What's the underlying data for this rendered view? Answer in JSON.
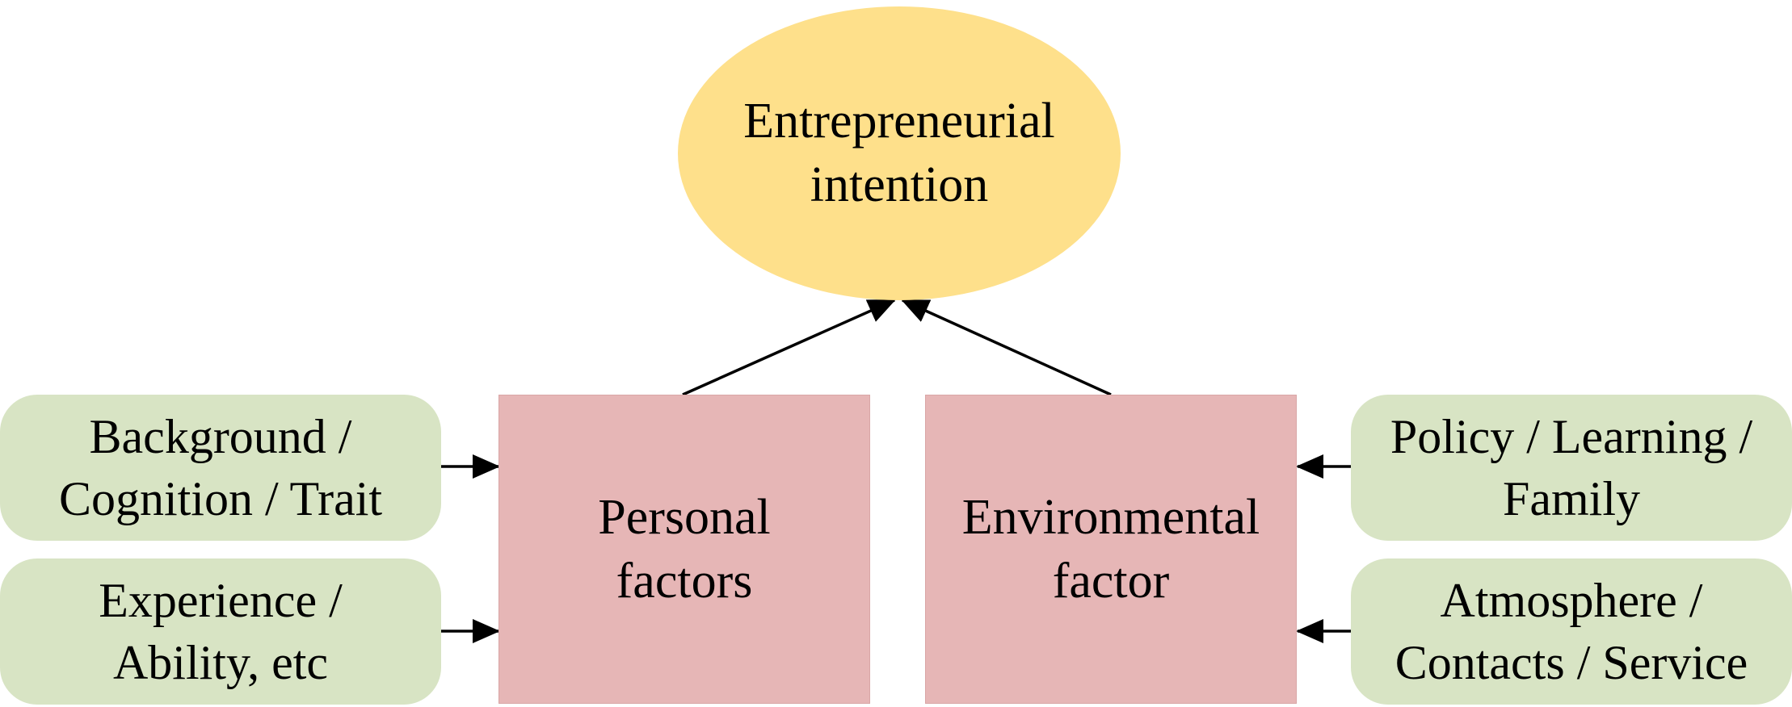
{
  "colors": {
    "outcome_fill": "#fee08b",
    "factor_fill": "#e6b6b6",
    "detail_fill": "#d8e4c4",
    "arrow": "#000000"
  },
  "outcome": {
    "lines": [
      "Entrepreneurial",
      "intention"
    ]
  },
  "factors": {
    "personal": {
      "lines": [
        "Personal",
        "factors"
      ]
    },
    "environmental": {
      "lines": [
        "Environmental",
        "factor"
      ]
    }
  },
  "details": {
    "personal_1": {
      "lines": [
        "Background /",
        "Cognition / Trait"
      ]
    },
    "personal_2": {
      "lines": [
        "Experience /",
        "Ability, etc"
      ]
    },
    "environmental_1": {
      "lines": [
        "Policy / Learning /",
        "Family"
      ]
    },
    "environmental_2": {
      "lines": [
        "Atmosphere /",
        "Contacts / Service"
      ]
    }
  }
}
